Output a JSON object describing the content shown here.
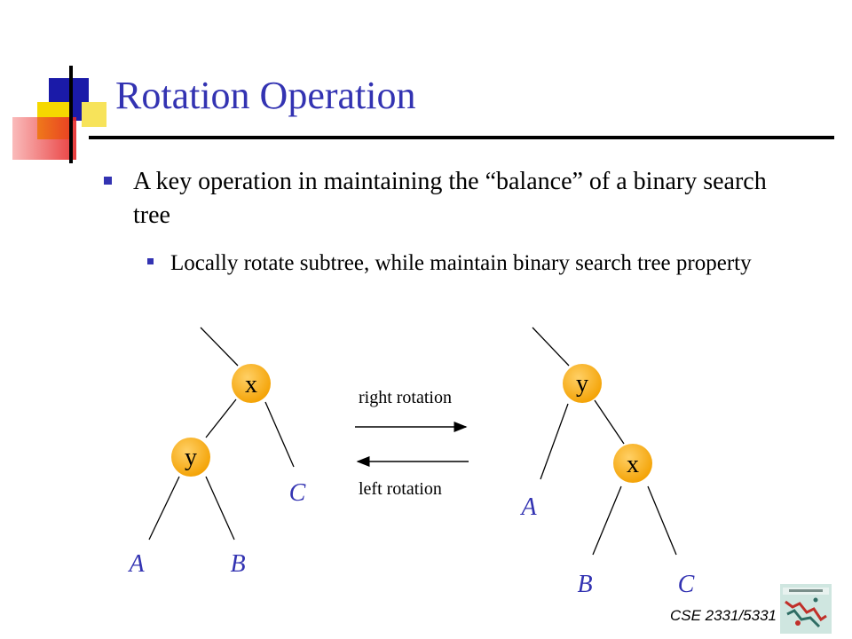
{
  "slide": {
    "title": "Rotation Operation",
    "bullets": [
      {
        "text": "A key operation in maintaining the “balance” of a binary search tree",
        "sub": [
          {
            "text": "Locally rotate subtree, while maintain binary search tree property"
          }
        ]
      }
    ],
    "footer": "CSE 2331/5331",
    "colors": {
      "title": "#3333b2",
      "node_fill": "#f3a000",
      "subtree_label": "#3333b2"
    }
  },
  "diagram": {
    "left_tree": {
      "root": "x",
      "child": "y",
      "subtrees": [
        "A",
        "B",
        "C"
      ]
    },
    "right_tree": {
      "root": "y",
      "child": "x",
      "subtrees": [
        "A",
        "B",
        "C"
      ]
    },
    "right_rotation_label": "right rotation",
    "left_rotation_label": "left rotation"
  }
}
